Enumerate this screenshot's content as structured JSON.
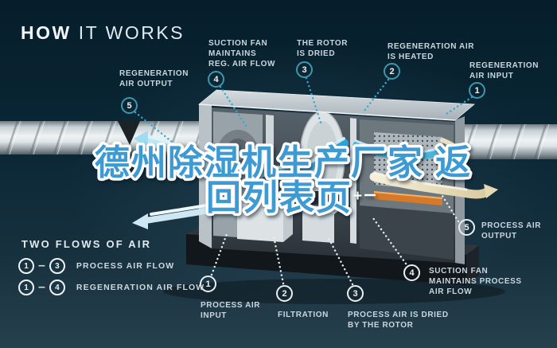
{
  "title": {
    "bold": "HOW",
    "light": "IT WORKS"
  },
  "overlay": {
    "line1": "德州除湿机生产厂家 返",
    "line2": "回列表页",
    "cursor": "+"
  },
  "regeneration_callouts": [
    {
      "num": "5",
      "label": "REGENERATION\nAIR OUTPUT"
    },
    {
      "num": "4",
      "label": "SUCTION FAN\nMAINTAINS\nREG. AIR FLOW"
    },
    {
      "num": "3",
      "label": "THE ROTOR\nIS DRIED"
    },
    {
      "num": "2",
      "label": "REGENERATION AIR\nIS HEATED"
    },
    {
      "num": "1",
      "label": "REGENERATION\nAIR INPUT"
    }
  ],
  "process_callouts": [
    {
      "num": "1",
      "label": "PROCESS AIR\nINPUT"
    },
    {
      "num": "2",
      "label": "FILTRATION"
    },
    {
      "num": "3",
      "label": "PROCESS AIR IS DRIED\nBY THE ROTOR"
    },
    {
      "num": "4",
      "label": "SUCTION FAN\nMAINTAINS PROCESS\nAIR FLOW"
    },
    {
      "num": "5",
      "label": "PROCESS AIR\nOUTPUT"
    }
  ],
  "legend": {
    "heading": "TWO FLOWS OF AIR",
    "rows": [
      {
        "from": "1",
        "dash": "–",
        "to": "3",
        "label": "PROCESS AIR FLOW",
        "style": "process"
      },
      {
        "from": "1",
        "dash": "–",
        "to": "4",
        "label": "REGENERATION AIR FLOW",
        "style": "regeneration"
      }
    ]
  },
  "colors": {
    "background_top": "#061e2b",
    "background_bottom": "#27404e",
    "accent_teal": "#3f97ad",
    "process_white": "#e9eff2",
    "label_text": "#c9d6dd",
    "overlay_blue": "#3d9ad3",
    "heater_orange": "#d67a2a",
    "flow_cyan": "#2ba3d6",
    "flow_cream": "#e9dfc2"
  }
}
